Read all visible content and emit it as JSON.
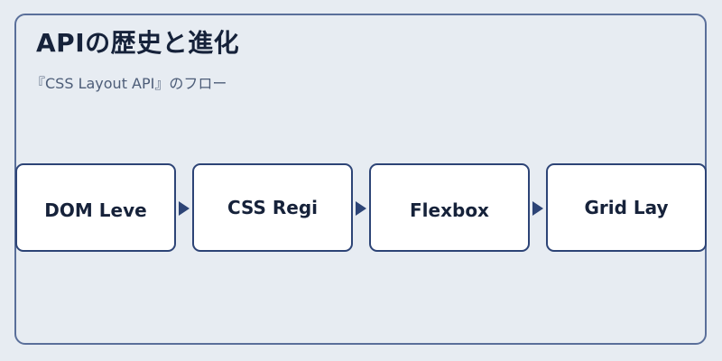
{
  "title": "APIの歴史と進化",
  "subtitle": "『CSS Layout API』のフロー",
  "nodes": [
    {
      "label": "DOM Leve"
    },
    {
      "label": "CSS Regi"
    },
    {
      "label": "Flexbox"
    },
    {
      "label": "Grid Lay"
    }
  ],
  "colors": {
    "background": "#e7ecf2",
    "frame_border": "#5a6f9a",
    "node_border": "#2d4476",
    "node_fill": "#ffffff",
    "arrow": "#2d4476",
    "title_text": "#16223a",
    "subtitle_text": "#4d5d78"
  }
}
